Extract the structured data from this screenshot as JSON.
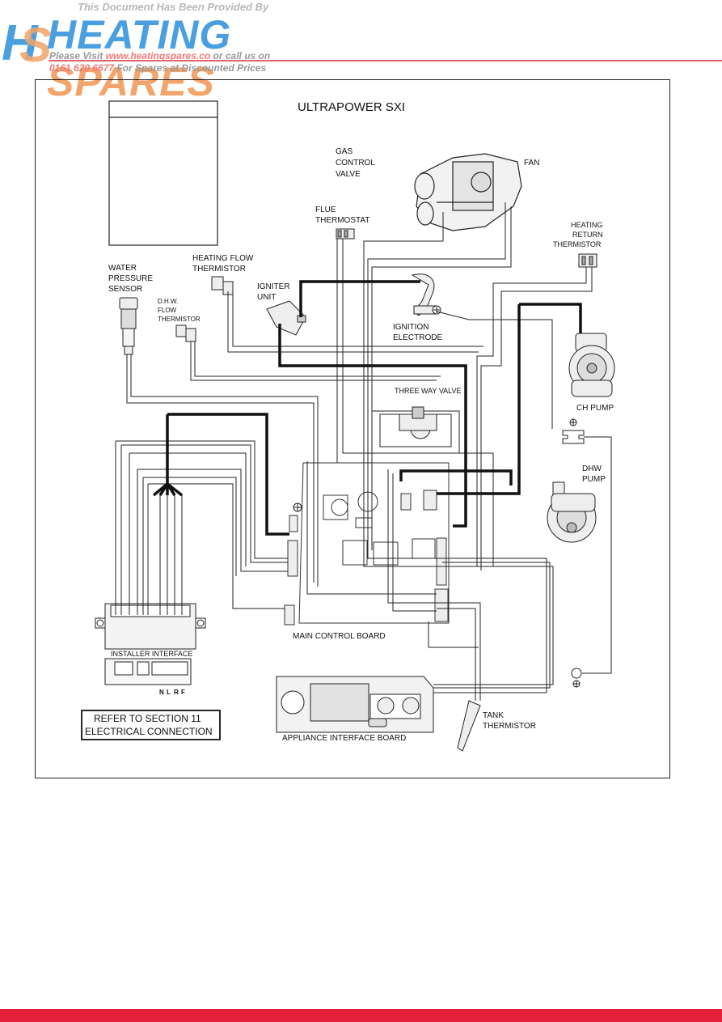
{
  "header": {
    "provided_by": "This Document Has Been Provided By",
    "logo_mark": "HS",
    "logo_word_1": "HEATING",
    "logo_word_2": "SPARES",
    "visit_prefix": "Please Visit ",
    "visit_url": "www.heatingspares.co",
    "visit_suffix": " or call us on",
    "phone": "0161 620 6677",
    "phone_suffix": " For Spares at Discounted Prices"
  },
  "diagram": {
    "title": "ULTRAPOWER SXI",
    "labels": {
      "gas_control_valve": [
        "GAS",
        "CONTROL",
        "VALVE"
      ],
      "fan": "FAN",
      "flue_thermostat": [
        "FLUE",
        "THERMOSTAT"
      ],
      "heating_return_thermistor": [
        "HEATING",
        "RETURN",
        "THERMISTOR"
      ],
      "heating_flow_thermistor": [
        "HEATING FLOW",
        "THERMISTOR"
      ],
      "water_pressure_sensor": [
        "WATER",
        "PRESSURE",
        "SENSOR"
      ],
      "igniter_unit": [
        "IGNITER",
        "UNIT"
      ],
      "dhw_flow_thermistor": [
        "D.H.W.",
        "FLOW",
        "THERMISTOR"
      ],
      "ignition_electrode": [
        "IGNITION",
        "ELECTRODE"
      ],
      "ch_pump": "CH PUMP",
      "three_way_valve": "THREE WAY VALVE",
      "dhw_pump": [
        "DHW",
        "PUMP"
      ],
      "main_control_board": "MAIN CONTROL BOARD",
      "installer_interface": "INSTALLER INTERFACE",
      "appliance_interface_board": "APPLIANCE  INTERFACE  BOARD",
      "tank_thermistor": [
        "TANK",
        "THERMISTOR"
      ],
      "refer_note": [
        "REFER TO SECTION 11",
        "ELECTRICAL CONNECTION"
      ]
    },
    "terminals": [
      "N",
      "L",
      "R",
      "F"
    ]
  }
}
